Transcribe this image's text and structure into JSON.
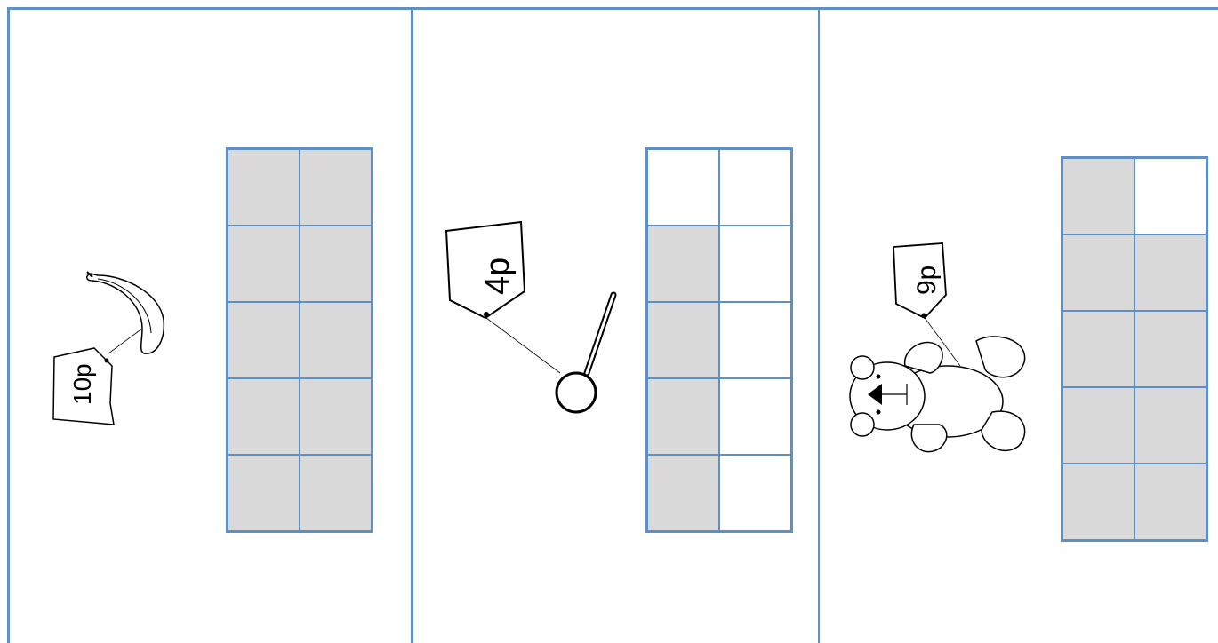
{
  "colors": {
    "border": "#5f8fc5",
    "fill": "#d9d9d9",
    "ink": "#000000"
  },
  "panels": [
    {
      "item_icon": "banana-icon",
      "price": "10p",
      "frame_rows": 5,
      "filled": [
        true,
        true,
        true,
        true,
        true,
        true,
        true,
        true,
        true,
        true
      ]
    },
    {
      "item_icon": "lollipop-icon",
      "price": "4p",
      "frame_rows": 5,
      "filled": [
        false,
        false,
        true,
        false,
        true,
        false,
        true,
        false,
        true,
        false
      ]
    },
    {
      "item_icon": "teddy-bear-icon",
      "price": "9p",
      "frame_rows": 5,
      "filled": [
        true,
        false,
        true,
        true,
        true,
        true,
        true,
        true,
        true,
        true
      ]
    }
  ]
}
